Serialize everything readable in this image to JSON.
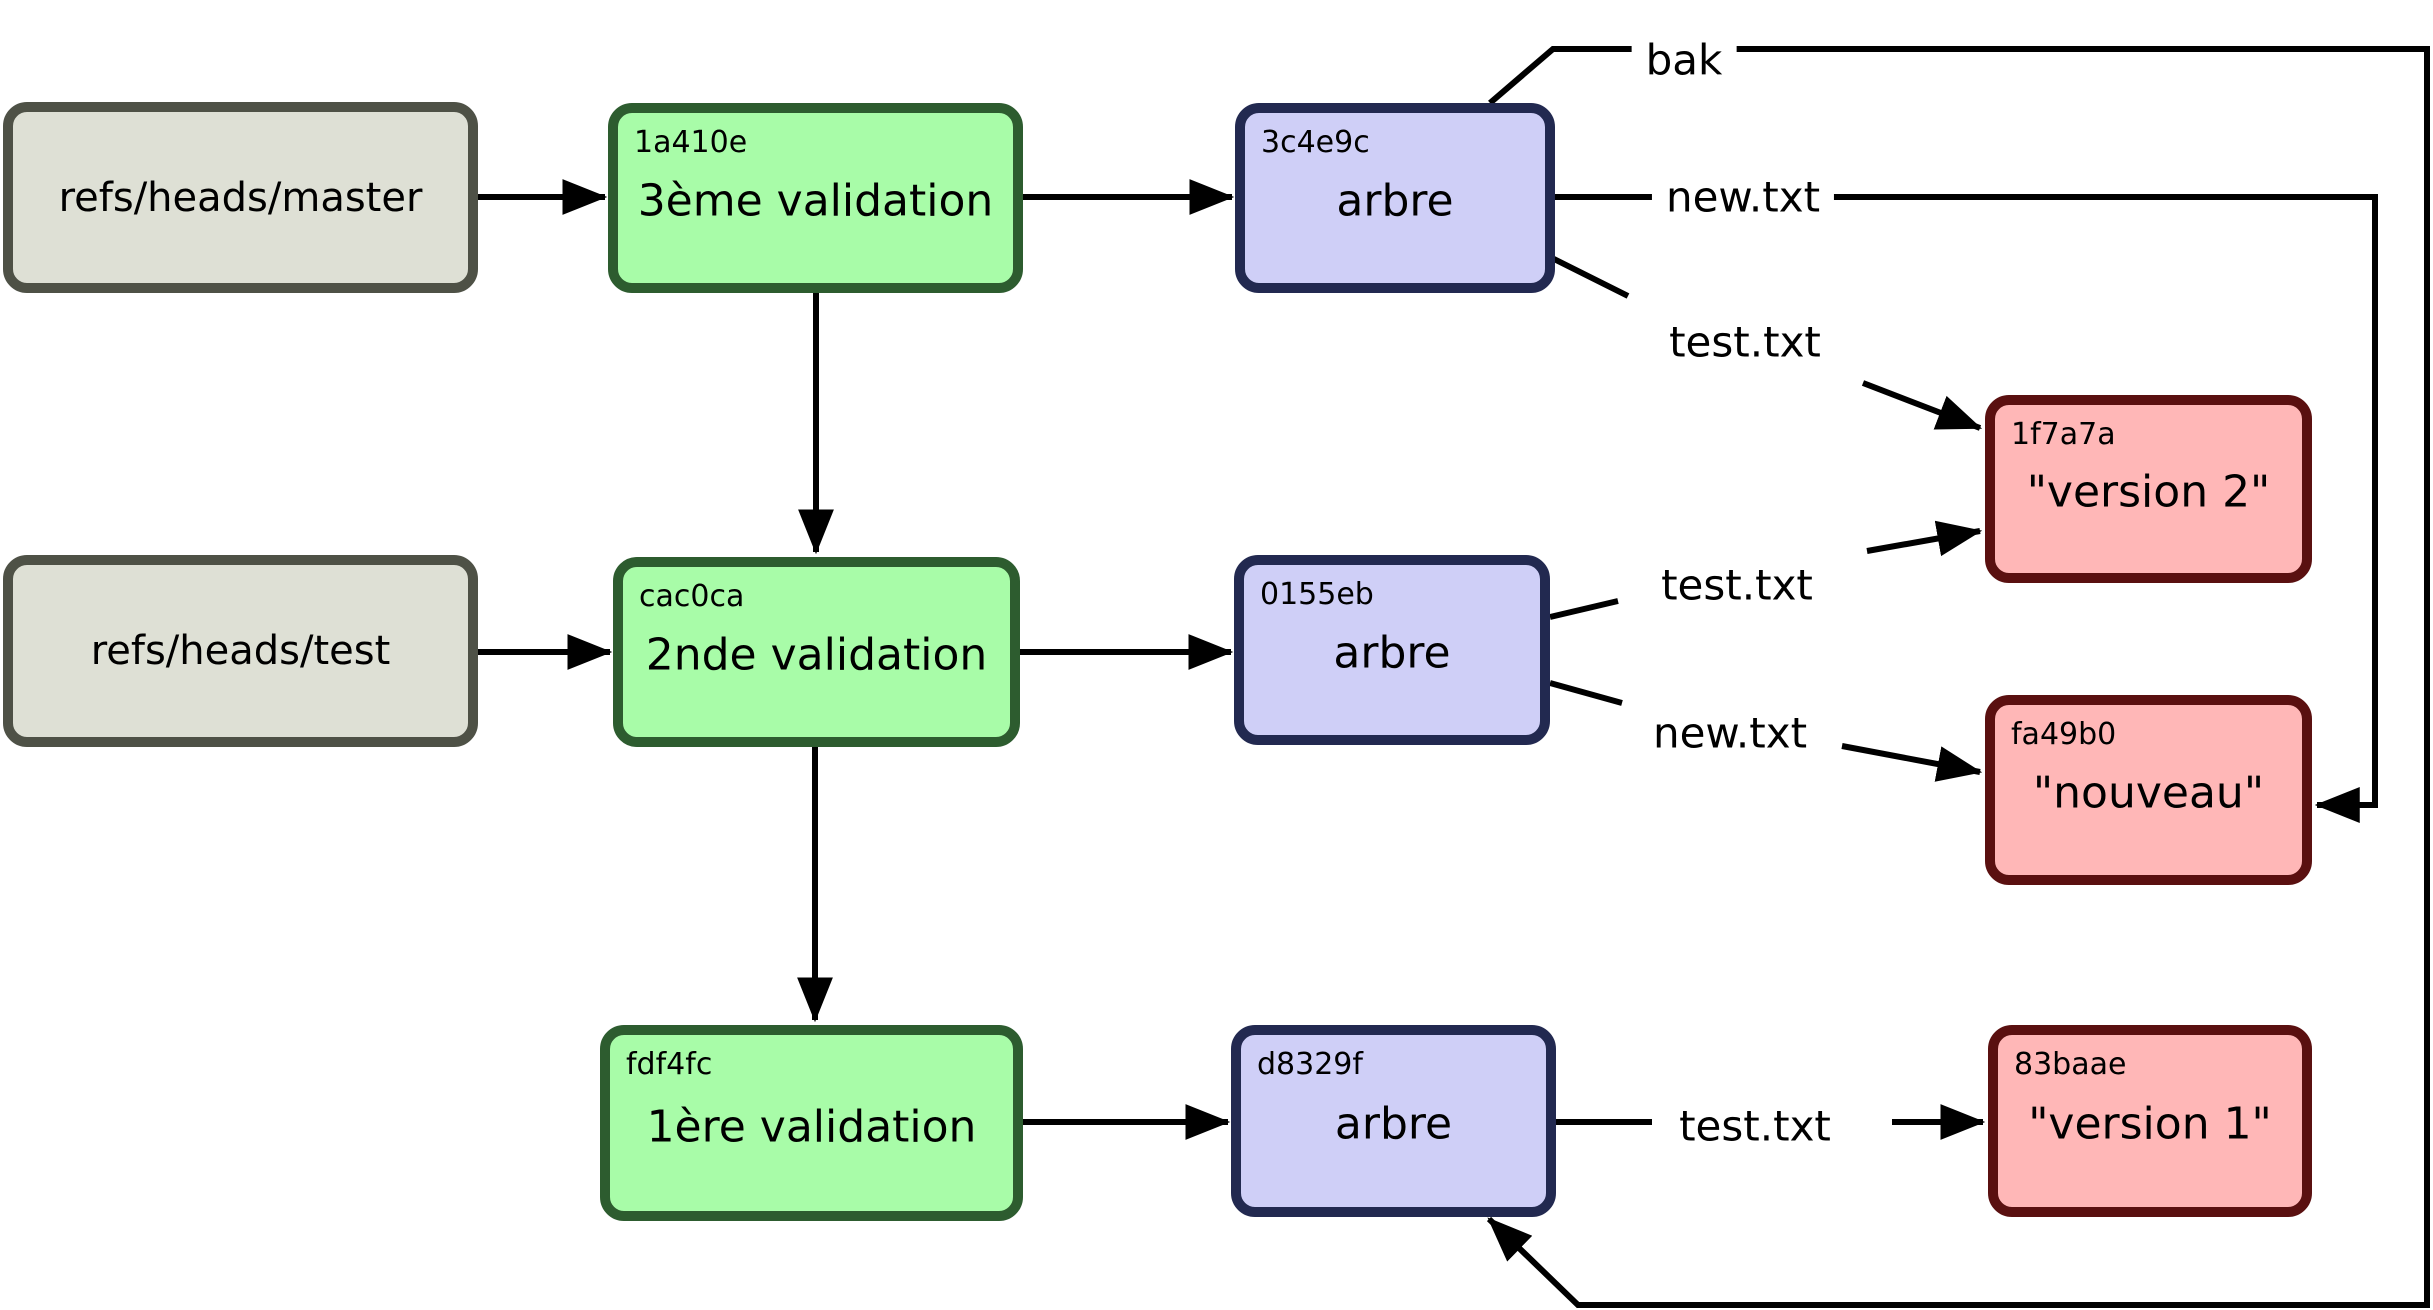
{
  "diagram": {
    "title": "git-object-model-diagram",
    "colors": {
      "background": "#ffffff",
      "line": "#000000",
      "ref_fill": "#dee0d5",
      "ref_border": "#4e5146",
      "commit_fill": "#a8fca8",
      "commit_border": "#2d5c2f",
      "tree_fill": "#cfcff7",
      "tree_border": "#222950",
      "blob_fill": "#ffb7b7",
      "blob_border": "#5a1010"
    },
    "nodes": {
      "ref_master": {
        "label": "refs/heads/master"
      },
      "ref_test": {
        "label": "refs/heads/test"
      },
      "commit3": {
        "hash": "1a410e",
        "label": "3ème validation"
      },
      "commit2": {
        "hash": "cac0ca",
        "label": "2nde validation"
      },
      "commit1": {
        "hash": "fdf4fc",
        "label": "1ère validation"
      },
      "tree3": {
        "hash": "3c4e9c",
        "label": "arbre"
      },
      "tree2": {
        "hash": "0155eb",
        "label": "arbre"
      },
      "tree1": {
        "hash": "d8329f",
        "label": "arbre"
      },
      "blob_v2": {
        "hash": "1f7a7a",
        "label": "\"version 2\""
      },
      "blob_nouveau": {
        "hash": "fa49b0",
        "label": "\"nouveau\""
      },
      "blob_v1": {
        "hash": "83baae",
        "label": "\"version 1\""
      }
    },
    "edge_labels": {
      "bak": "bak",
      "new_top": "new.txt",
      "test_top": "test.txt",
      "test_mid": "test.txt",
      "new_mid": "new.txt",
      "test_bottom": "test.txt"
    }
  }
}
